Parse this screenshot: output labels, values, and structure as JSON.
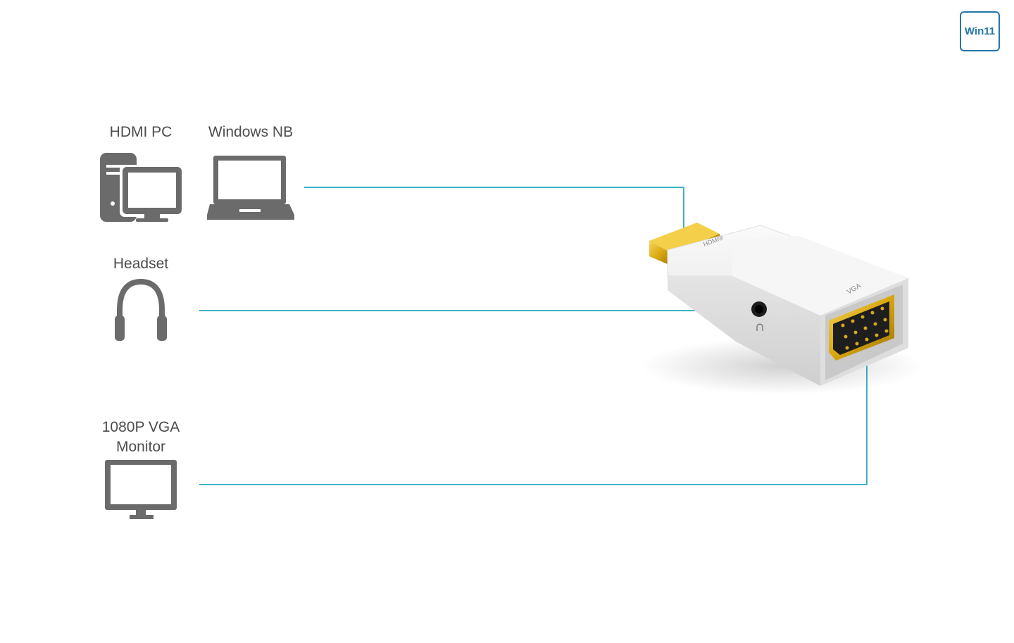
{
  "badge": {
    "text": "Win11"
  },
  "devices": {
    "hdmi_pc": "HDMI PC",
    "windows_nb": "Windows NB",
    "headset": "Headset",
    "vga_monitor_line1": "1080P VGA",
    "vga_monitor_line2": "Monitor"
  },
  "adapter": {
    "hdmi_print": "HDMI®",
    "vga_print": "VGA"
  },
  "colors": {
    "connector_line": "#3fb2c4",
    "icon_gray": "#6b6b6b",
    "label_text": "#4d4d4d",
    "badge_blue": "#2576a8",
    "gold": "#d9a60f"
  },
  "icons": [
    "desktop-pc-icon",
    "laptop-icon",
    "headset-icon",
    "monitor-icon"
  ]
}
